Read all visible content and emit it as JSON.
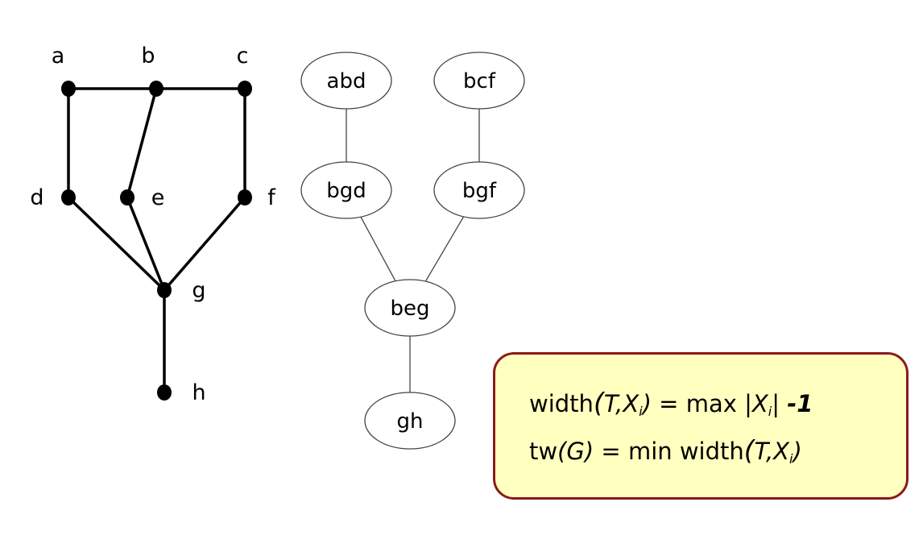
{
  "graph": {
    "vertices": [
      "a",
      "b",
      "c",
      "d",
      "e",
      "f",
      "g",
      "h"
    ],
    "edges": [
      [
        "a",
        "b"
      ],
      [
        "b",
        "c"
      ],
      [
        "a",
        "d"
      ],
      [
        "b",
        "e"
      ],
      [
        "c",
        "f"
      ],
      [
        "d",
        "g"
      ],
      [
        "e",
        "g"
      ],
      [
        "f",
        "g"
      ],
      [
        "g",
        "h"
      ]
    ]
  },
  "tree_decomposition": {
    "bags": [
      "abd",
      "bcf",
      "bgd",
      "bgf",
      "beg",
      "gh"
    ],
    "edges": [
      [
        "abd",
        "bgd"
      ],
      [
        "bcf",
        "bgf"
      ],
      [
        "bgd",
        "beg"
      ],
      [
        "bgf",
        "beg"
      ],
      [
        "beg",
        "gh"
      ]
    ]
  },
  "formula": {
    "line1": {
      "fn": "width",
      "open": "(",
      "t": "T",
      "comma": ",",
      "x": "X",
      "sub": "i",
      "close": ")",
      "eq": " = max |",
      "x2": "X",
      "sub2": "i",
      "bar": "| ",
      "minus": "-1"
    },
    "line2": {
      "fn": "tw",
      "g": "(G)",
      "eq": " = min width",
      "open": "(",
      "t": "T",
      "comma": ",",
      "x": "X",
      "sub": "i",
      "close": ")"
    }
  },
  "colors": {
    "box_fill": "#ffffc0",
    "box_border": "#8b1a1a"
  }
}
